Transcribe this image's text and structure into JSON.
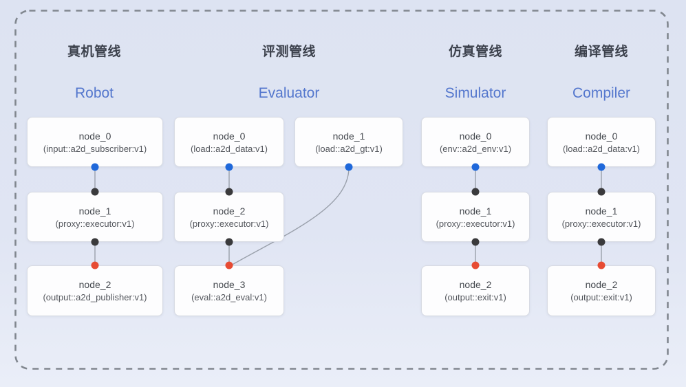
{
  "diagram": {
    "pipelines": [
      {
        "title_zh": "真机管线",
        "title_en": "Robot",
        "nodes": [
          {
            "name": "node_0",
            "impl": "(input::a2d_subscriber:v1)"
          },
          {
            "name": "node_1",
            "impl": "(proxy::executor:v1)"
          },
          {
            "name": "node_2",
            "impl": "(output::a2d_publisher:v1)"
          }
        ]
      },
      {
        "title_zh": "评测管线",
        "title_en": "Evaluator",
        "nodes": [
          {
            "name": "node_0",
            "impl": "(load::a2d_data:v1)"
          },
          {
            "name": "node_1",
            "impl": "(load::a2d_gt:v1)"
          },
          {
            "name": "node_2",
            "impl": "(proxy::executor:v1)"
          },
          {
            "name": "node_3",
            "impl": "(eval::a2d_eval:v1)"
          }
        ]
      },
      {
        "title_zh": "仿真管线",
        "title_en": "Simulator",
        "nodes": [
          {
            "name": "node_0",
            "impl": "(env::a2d_env:v1)"
          },
          {
            "name": "node_1",
            "impl": "(proxy::executor:v1)"
          },
          {
            "name": "node_2",
            "impl": "(output::exit:v1)"
          }
        ]
      },
      {
        "title_zh": "编译管线",
        "title_en": "Compiler",
        "nodes": [
          {
            "name": "node_0",
            "impl": "(load::a2d_data:v1)"
          },
          {
            "name": "node_1",
            "impl": "(proxy::executor:v1)"
          },
          {
            "name": "node_2",
            "impl": "(output::exit:v1)"
          }
        ]
      }
    ],
    "colors": {
      "pipeline_title_zh": "#3c414c",
      "pipeline_title_en": "#5477cd",
      "edge_line": "#9aa0ab",
      "dashed_frame": "#81878f",
      "port_source": "#1f68da",
      "port_intermediate": "#3a3a3c",
      "port_terminal": "#e74b33",
      "node_background": "#fdfdfe",
      "node_border": "#d8dbe3"
    }
  }
}
